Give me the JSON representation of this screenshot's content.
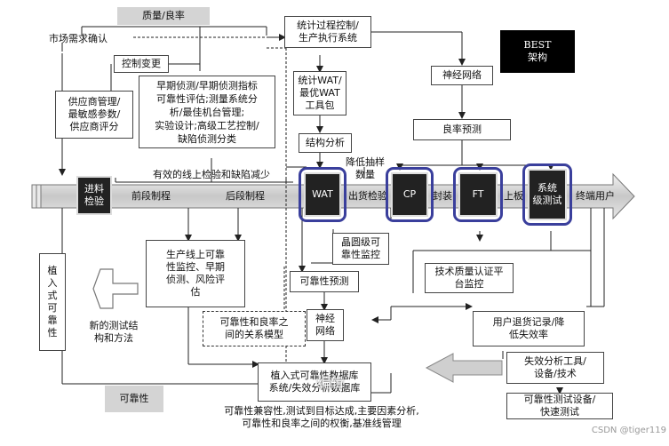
{
  "labels": {
    "quality_yield": "质量/良率",
    "market_confirm": "市场需求确认",
    "control_change": "控制变更",
    "supplier_mgmt": "供应商管理/\n最敏感参数/\n供应商评分",
    "early_detection": "早期侦测/早期侦测指标\n可靠性评估;测量系统分\n析/最佳机台管理;\n实验设计;高级工艺控制/\n缺陷侦测分类",
    "effective_inline": "有效的线上检验和缺陷减少",
    "incoming_inspection": "进料\n检验",
    "front_end": "前段制程",
    "back_end": "后段制程",
    "spc_mes": "统计过程控制/\n生产执行系统",
    "stat_wat": "统计WAT/\n最优WAT\n工具包",
    "structure_analysis": "结构分析",
    "reduce_sampling": "降低抽样\n数量",
    "best_title": "BEST\n架构",
    "neural_net_top": "神经网络",
    "yield_prediction": "良率预测",
    "wat": "WAT",
    "shipment_inspection": "出货检验",
    "cp": "CP",
    "packaging": "封装",
    "ft": "FT",
    "board_mount": "上板",
    "system_test": "系统\n级测试",
    "end_user": "终端用户",
    "wafer_reliability": "晶圆级可\n靠性监控",
    "reliability_prediction": "可靠性预测",
    "tech_quality_platform": "技术质量认证平\n台监控",
    "inline_reliability": "生产线上可靠\n性监控、早期\n侦测、风险评\n估",
    "reliability_yield_model": "可靠性和良率之\n间的关系模型",
    "neural_net_mid": "神经\n网络",
    "user_returns": "用户退货记录/降\n低失效率",
    "embedded_reliability": "植\n入\n式\n可\n靠\n性",
    "new_test_structure": "新的测试结\n构和方法",
    "embedded_db": "植入式可靠性数据库\n系统/失效分析数据库",
    "edit_overlay": "编辑",
    "failure_tools": "失效分析工具/\n设备/技术",
    "reliability_equipment": "可靠性测试设备/\n快速测试",
    "reliability": "可靠性",
    "bottom_caption": "可靠性兼容性,测试到目标达成,主要因素分析,\n可靠性和良率之间的权衡,基准线管理",
    "watermark": "CSDN @tiger119"
  },
  "colors": {
    "ring": "#3a3f9c",
    "grey_box": "#d4d4d4",
    "dark_box": "#222222",
    "pipe": "#d6d6d6"
  }
}
